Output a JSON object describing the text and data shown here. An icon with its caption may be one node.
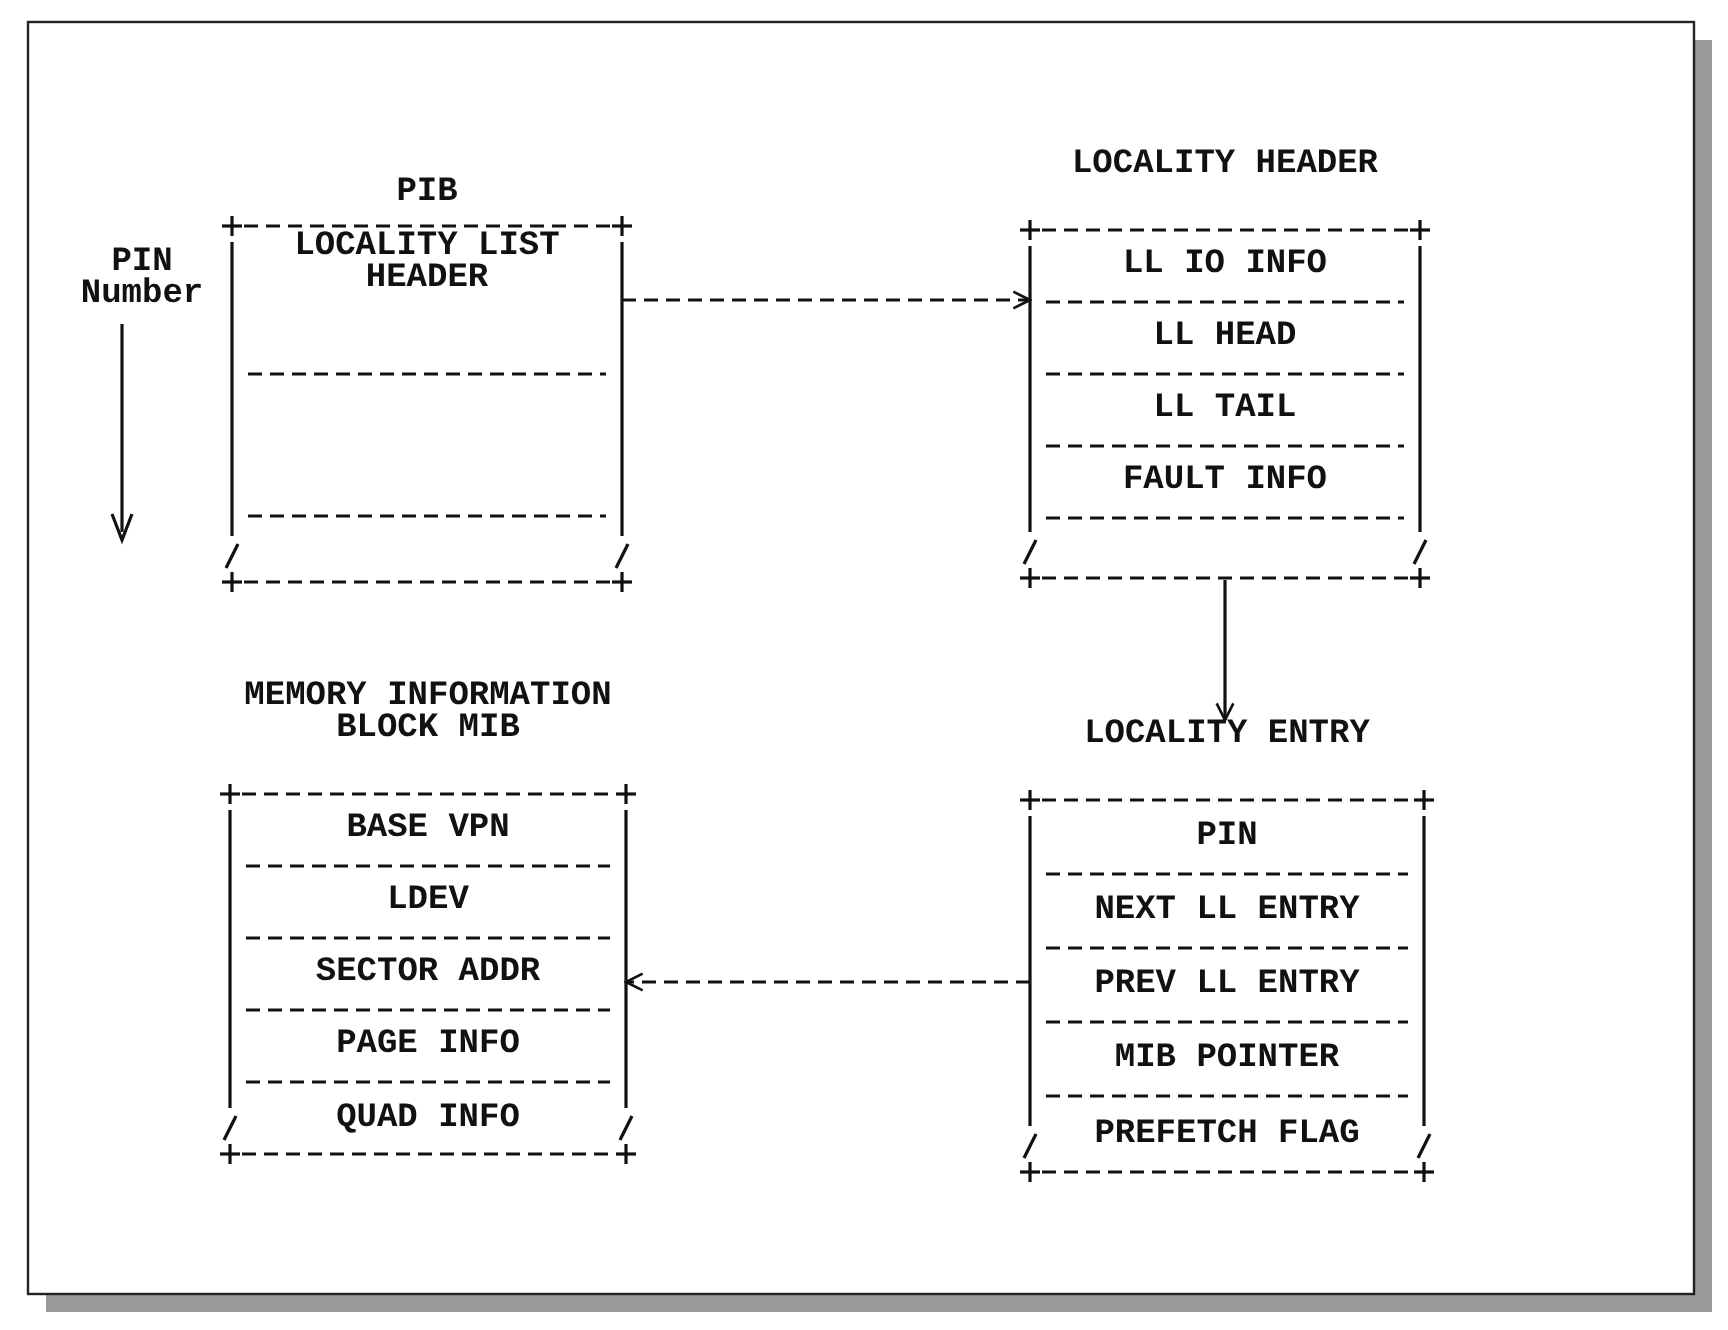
{
  "diagram": {
    "nodes": [
      {
        "text": [
          "PIB"
        ]
      },
      {
        "text": [
          "LOCALITY LIST HEADER"
        ],
        "in": 0
      },
      {
        "text": [
          "LOCALITY HEADER"
        ]
      },
      {
        "text": [
          "LL IO INFO"
        ],
        "in": 2
      },
      {
        "text": [
          "LL HEAD"
        ],
        "in": 2
      },
      {
        "text": [
          "LL TAIL"
        ],
        "in": 2
      },
      {
        "text": [
          "FAULT INFO"
        ],
        "in": 2
      },
      {
        "text": [
          "MEMORY INFORMATION BLOCK MIB"
        ]
      },
      {
        "text": [
          "BASE VPN"
        ],
        "in": 7
      },
      {
        "text": [
          "LDEV"
        ],
        "in": 7
      },
      {
        "text": [
          "SECTOR ADDR"
        ],
        "in": 7
      },
      {
        "text": [
          "PAGE INFO"
        ],
        "in": 7
      },
      {
        "text": [
          "QUAD INFO"
        ],
        "in": 7
      },
      {
        "text": [
          "LOCALITY ENTRY"
        ]
      },
      {
        "text": [
          "PIN"
        ],
        "in": 13
      },
      {
        "text": [
          "NEXT LL ENTRY"
        ],
        "in": 13
      },
      {
        "text": [
          "PREV LL ENTRY"
        ],
        "in": 13
      },
      {
        "text": [
          "MIB POINTER"
        ],
        "in": 13
      },
      {
        "text": [
          "PREFETCH FLAG"
        ],
        "in": 13
      }
    ],
    "edges": [
      {
        "from": 0,
        "to": 2,
        "arrow": "to",
        "style": "dashed"
      },
      {
        "from": 2,
        "to": 13,
        "arrow": "to"
      },
      {
        "from": 13,
        "to": 7,
        "arrow": "to",
        "style": "dashed"
      }
    ],
    "labels": [
      "PIN Number"
    ]
  }
}
